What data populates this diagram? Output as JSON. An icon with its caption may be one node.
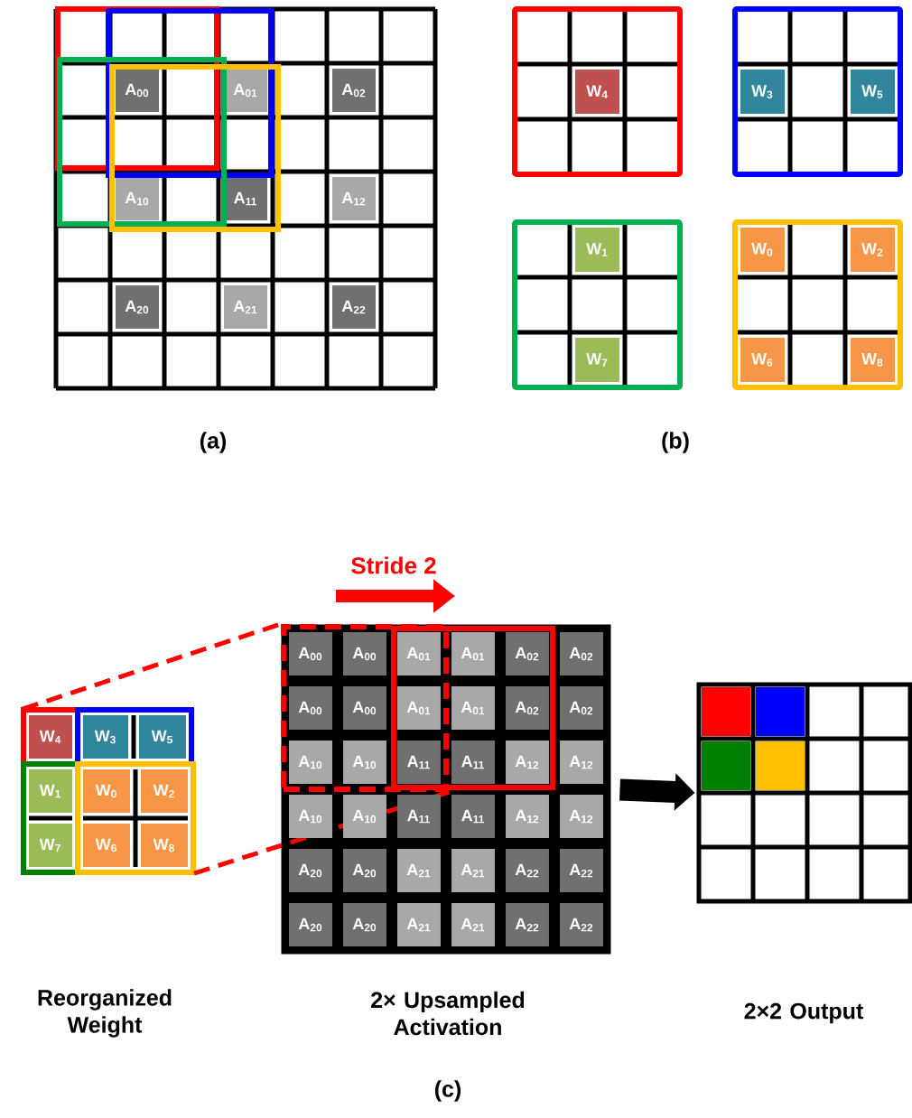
{
  "diagram": {
    "nodes": [
      {
        "text": [],
        "shape": "box"
      },
      {
        "text": [],
        "shape": "box"
      },
      {
        "text": [],
        "shape": "box",
        "in": 1
      },
      {
        "text": [],
        "shape": "box"
      }
    ],
    "edges": [
      {
        "from": 0,
        "to": 2,
        "arrow": "none",
        "style": "dashed",
        "color": "#ff0000"
      },
      {
        "from": 0,
        "to": 2,
        "arrow": "none",
        "style": "dashed",
        "color": "#ff0000"
      },
      {
        "from": 1,
        "to": 3,
        "arrow": "to",
        "style": "thick",
        "color": "#000000"
      }
    ],
    "labels": [
      "A$_{00}$",
      "A$_{01}$",
      "A$_{02}$",
      "A$_{10}$",
      "A$_{11}$",
      "A$_{12}$",
      "A$_{20}$",
      "A$_{21}$",
      "A$_{22}$",
      "(a)",
      "W$_{4}$",
      "W$_{3}$",
      "W$_{5}$",
      "W$_{1}$",
      "W$_{0}$",
      "W$_{2}$",
      "W$_{7}$",
      "W$_{6}$",
      "W$_{8}$",
      "(b)",
      "Stride 2",
      "W$_{4}$",
      "W$_{3}$",
      "W$_{5}$",
      "W$_{1}$",
      "W$_{0}$",
      "W$_{2}$",
      "W$_{7}$",
      "W$_{6}$",
      "W$_{8}$",
      "A$_{00}$",
      "A$_{00}$",
      "A$_{01}$",
      "A$_{01}$",
      "A$_{02}$",
      "A$_{02}$",
      "A$_{00}$",
      "A$_{00}$",
      "A$_{01}$",
      "A$_{01}$",
      "A$_{02}$",
      "A$_{02}$",
      "A$_{10}$",
      "A$_{10}$",
      "A$_{11}$",
      "A$_{11}$",
      "A$_{12}$",
      "A$_{12}$",
      "A$_{10}$",
      "A$_{10}$",
      "A$_{11}$",
      "A$_{11}$",
      "A$_{12}$",
      "A$_{12}$",
      "A$_{20}$",
      "A$_{20}$",
      "A$_{21}$",
      "A$_{21}$",
      "A$_{22}$",
      "A$_{22}$",
      "A$_{20}$",
      "A$_{20}$",
      "A$_{21}$",
      "A$_{21}$",
      "A$_{22}$",
      "A$_{22}$",
      "Reorganized Weight",
      "2× Upsampled Activation",
      "2×2 Output",
      "(c)"
    ]
  }
}
